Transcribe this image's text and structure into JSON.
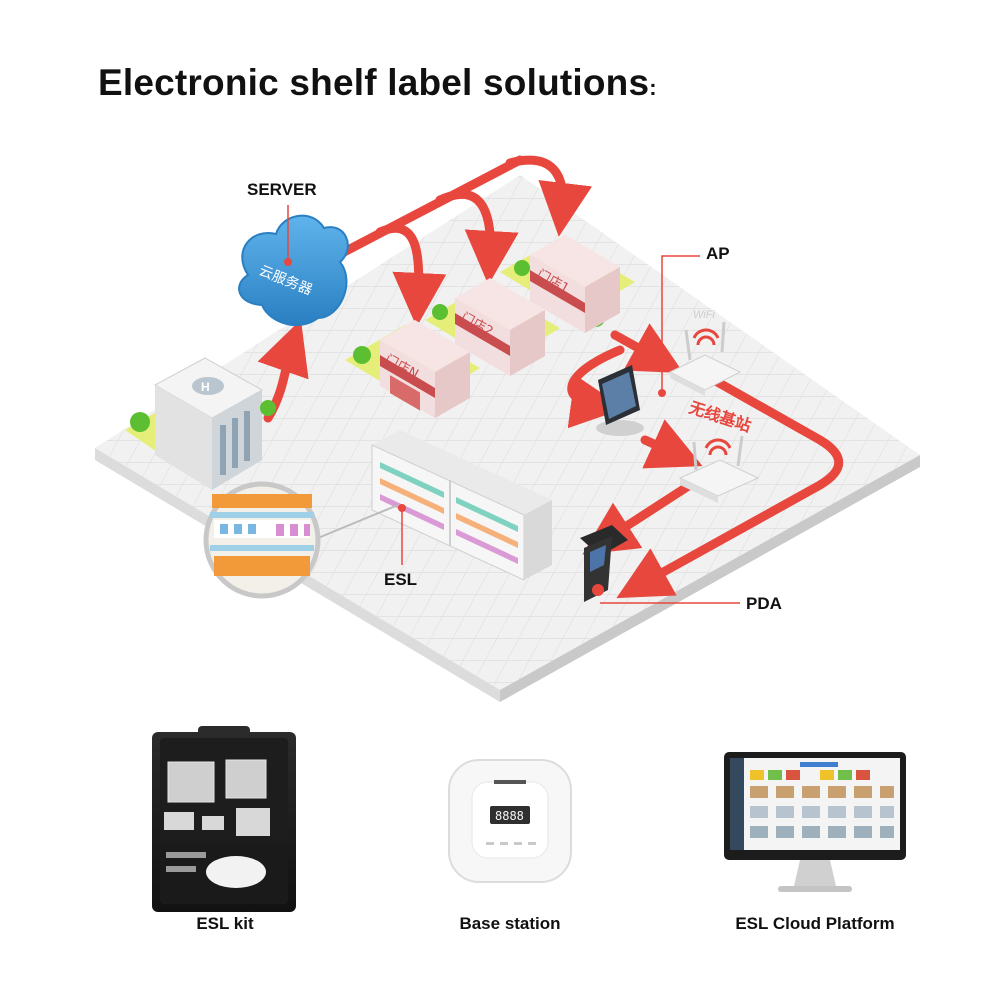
{
  "title": {
    "text": "Electronic shelf label solutions",
    "colon": ":"
  },
  "diagram_labels": {
    "server": "SERVER",
    "ap": "AP",
    "esl": "ESL",
    "pda": "PDA"
  },
  "cloud_text": "云服务器",
  "stores": {
    "store_1": "门店1",
    "store_2": "门店2",
    "store_n": "门店N"
  },
  "wifi_text": "WiFi",
  "base_station_text": "无线基站",
  "products": [
    {
      "caption": "ESL kit"
    },
    {
      "caption": "Base station"
    },
    {
      "caption": "ESL Cloud Platform"
    }
  ],
  "base_station_display": "8888",
  "colors": {
    "arrow": "#e8473e",
    "cloud": "#3f9ad8",
    "store_roof": "#c94c4f",
    "store_wall": "#f2dede",
    "grass": "#e6ee7a",
    "tree": "#5cbf32",
    "ground": "#f1f1f1",
    "grid": "#d6d6d6"
  }
}
